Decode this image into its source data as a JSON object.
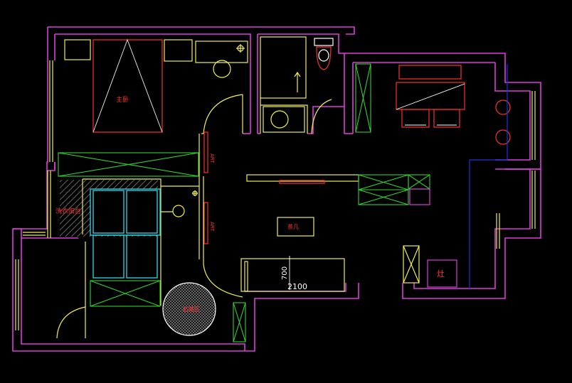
{
  "colors": {
    "background": "#000000",
    "wall": "#d93cd9",
    "furniture": "#f0f050",
    "label": "#ff3030",
    "cabinet": "#30d030",
    "cyan": "#30d8e8",
    "blue": "#2030e0",
    "white": "#ffffff",
    "hatch": "#8a8a8a"
  },
  "labels": {
    "master_bedroom": "主卧",
    "laundry_balcony": "洗衣阳台",
    "art_upper": "ART",
    "art_lower": "ART",
    "coffee_table": "茶几",
    "leisure_area": "石踏区",
    "kitchen_stove": "灶",
    "dim_depth": "700",
    "dim_width": "2100"
  }
}
